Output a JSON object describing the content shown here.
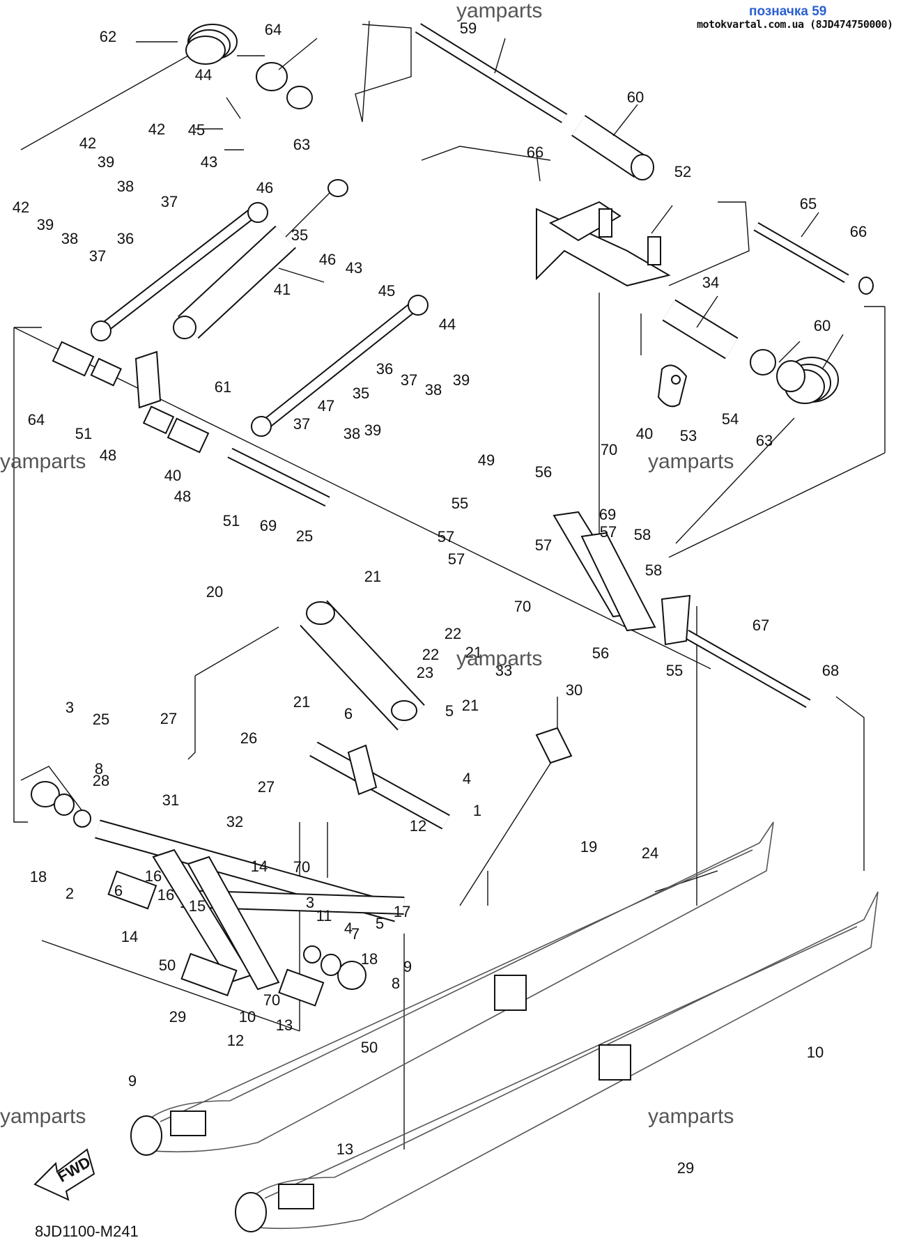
{
  "header": {
    "designation": "позначка 59",
    "source": "motokvartal.com.ua (8JD474750000)"
  },
  "diagram": {
    "code": "8JD1100-M241",
    "fwd_label": "FWD",
    "watermarks": [
      "yamparts",
      "yamparts",
      "yamparts",
      "yamparts",
      "yamparts",
      "yamparts"
    ],
    "callouts": [
      "62",
      "64",
      "59",
      "60",
      "44",
      "42",
      "45",
      "63",
      "42",
      "39",
      "43",
      "38",
      "46",
      "37",
      "66",
      "52",
      "65",
      "66",
      "42",
      "39",
      "38",
      "37",
      "36",
      "35",
      "46",
      "43",
      "45",
      "44",
      "41",
      "34",
      "60",
      "61",
      "35",
      "36",
      "37",
      "38",
      "39",
      "40",
      "53",
      "54",
      "63",
      "64",
      "51",
      "48",
      "47",
      "37",
      "38",
      "39",
      "40",
      "48",
      "51",
      "49",
      "70",
      "56",
      "55",
      "69",
      "57",
      "57",
      "58",
      "57",
      "58",
      "70",
      "57",
      "56",
      "55",
      "67",
      "68",
      "69",
      "25",
      "21",
      "20",
      "22",
      "21",
      "23",
      "21",
      "22",
      "21",
      "33",
      "30",
      "6",
      "26",
      "27",
      "5",
      "25",
      "4",
      "27",
      "3",
      "28",
      "8",
      "1",
      "31",
      "32",
      "24",
      "12",
      "19",
      "18",
      "70",
      "14",
      "2",
      "3",
      "4",
      "11",
      "7",
      "5",
      "17",
      "18",
      "16",
      "8",
      "6",
      "16",
      "15",
      "14",
      "50",
      "9",
      "29",
      "10",
      "70",
      "13",
      "12",
      "50",
      "10",
      "9",
      "13",
      "29"
    ]
  }
}
